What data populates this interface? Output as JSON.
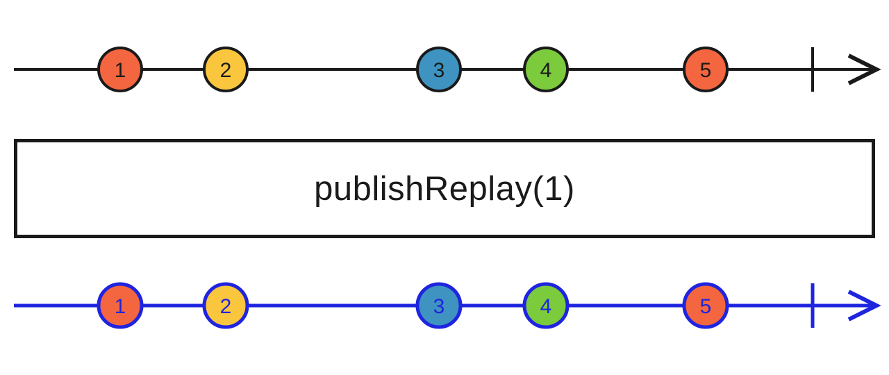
{
  "operator_box": {
    "label": "publishReplay(1)",
    "border_color": "#1a1a1a",
    "text_color": "#1a1a1a"
  },
  "source_stream": {
    "line_color": "#1a1a1a",
    "marble_border_color": "#1a1a1a",
    "marble_text_color": "#1a1a1a",
    "marbles": [
      {
        "value": "1",
        "fill": "#f4663f"
      },
      {
        "value": "2",
        "fill": "#f9c63e"
      },
      {
        "value": "3",
        "fill": "#3e93c1"
      },
      {
        "value": "4",
        "fill": "#7bcb3d"
      },
      {
        "value": "5",
        "fill": "#f4663f"
      }
    ]
  },
  "result_stream": {
    "line_color": "#1f24df",
    "marble_border_color": "#1f24df",
    "marble_text_color": "#1f24df",
    "marbles": [
      {
        "value": "1",
        "fill": "#f4663f"
      },
      {
        "value": "2",
        "fill": "#f9c63e"
      },
      {
        "value": "3",
        "fill": "#3e93c1"
      },
      {
        "value": "4",
        "fill": "#7bcb3d"
      },
      {
        "value": "5",
        "fill": "#f4663f"
      }
    ]
  }
}
